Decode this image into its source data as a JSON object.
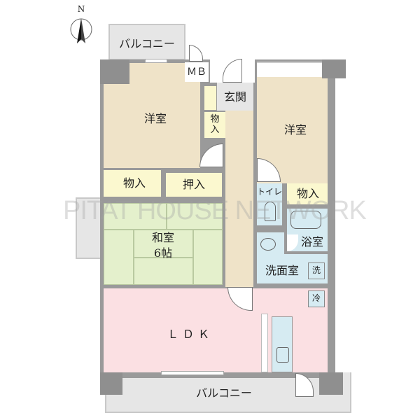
{
  "compass": {
    "label": "N"
  },
  "watermark": "PITAT HOUSE NETWORK",
  "rooms": {
    "balcony_top": "バルコニー",
    "mb": "ＭＢ",
    "entrance": "玄関",
    "storage_small": "物\n入",
    "western_room_left": "洋室",
    "western_room_right": "洋室",
    "storage_left": "物入",
    "oshiire": "押入",
    "toilet": "トイレ",
    "storage_right": "物入",
    "bath": "浴室",
    "washroom": "洗面室",
    "washer": "洗",
    "fridge": "冷",
    "japanese_room": "和室",
    "japanese_room_size": "6帖",
    "ldk": "ＬＤＫ",
    "balcony_bottom": "バルコニー"
  },
  "colors": {
    "western": "#efe3c8",
    "storage": "#fbf8cf",
    "japanese": "#e4f0cc",
    "ldk": "#fbe0e3",
    "water": "#d6ebf2",
    "balcony": "#e6e6e6",
    "wall": "#9a9a9a"
  }
}
